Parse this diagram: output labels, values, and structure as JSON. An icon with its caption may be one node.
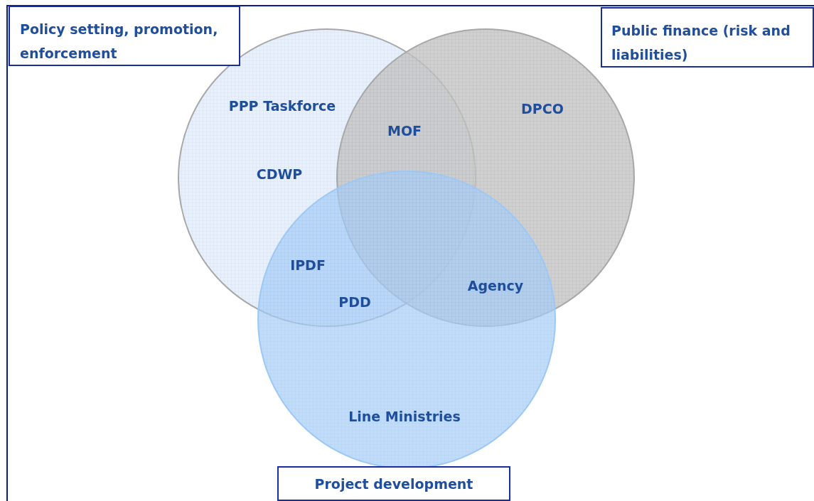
{
  "diagram": {
    "nodes": [
      {
        "text": [
          "Policy setting, promotion, enforcement"
        ]
      },
      {
        "text": [
          "Public finance (risk and liabilities)"
        ]
      },
      {
        "text": [
          "Project development"
        ]
      }
    ],
    "labels": [
      "PPP Taskforce",
      "MOF",
      "DPCO",
      "CDWP",
      "IPDF",
      "Agency",
      "PDD",
      "Line Ministries"
    ]
  }
}
